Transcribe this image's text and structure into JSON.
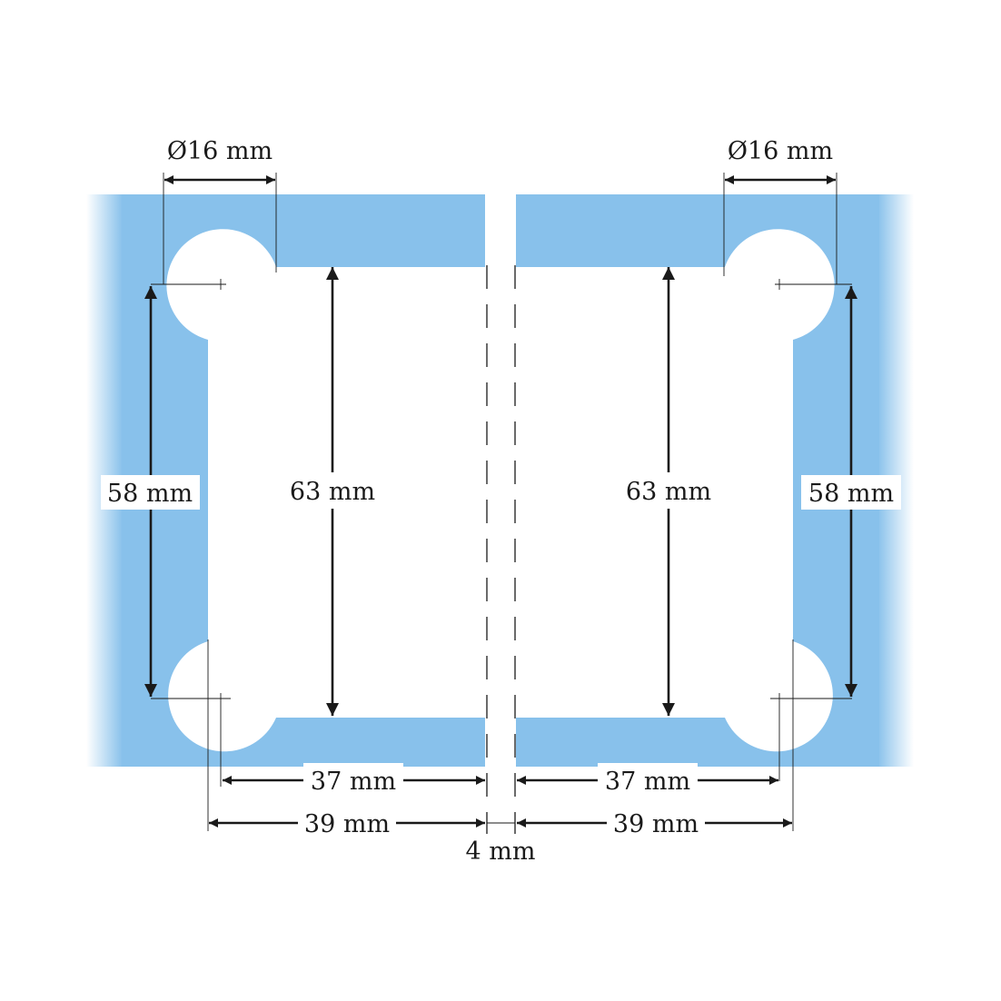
{
  "colors": {
    "glass": "#88c1eb",
    "background": "#ffffff",
    "ink": "#1a1a1a"
  },
  "labels": {
    "hole_diameter_left": "Ø16 mm",
    "hole_diameter_right": "Ø16 mm",
    "hole_spacing_left": "58 mm",
    "hole_spacing_right": "58 mm",
    "cutout_height_left": "63 mm",
    "cutout_height_right": "63 mm",
    "hole_offset_left": "37 mm",
    "hole_offset_right": "37 mm",
    "cutout_depth_left": "39 mm",
    "cutout_depth_right": "39 mm",
    "gap": "4 mm"
  }
}
